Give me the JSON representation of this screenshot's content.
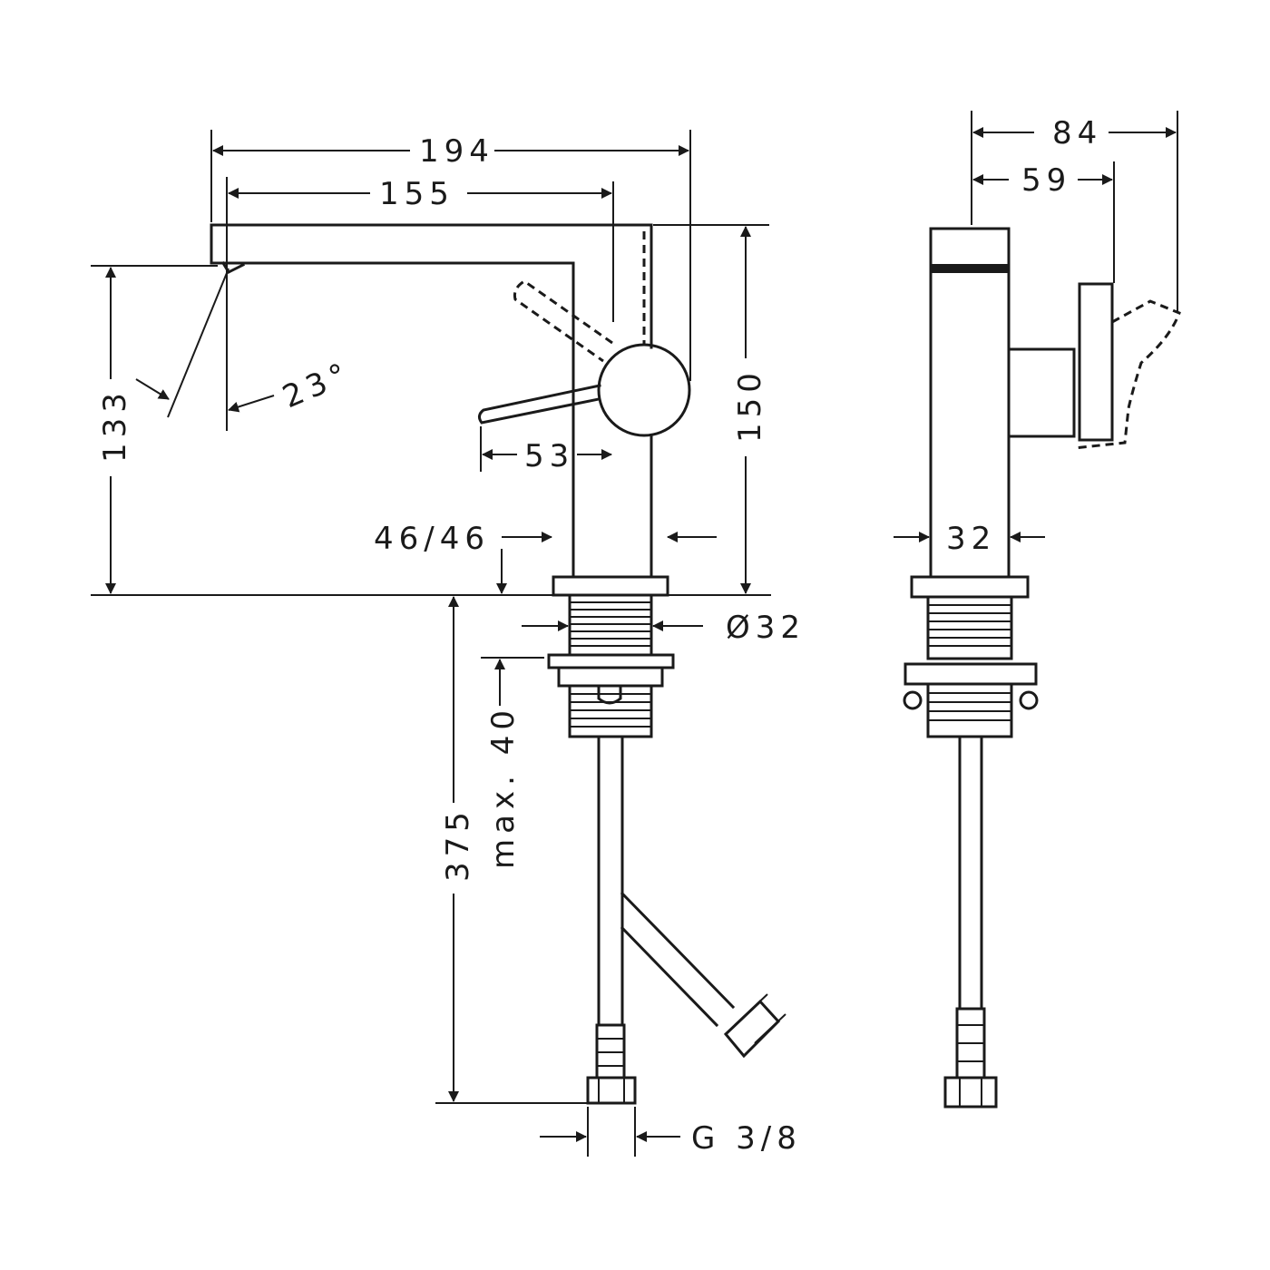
{
  "dimensions": {
    "total_width": "194",
    "spout_reach": "155",
    "spout_angle": "23°",
    "spout_height": "133",
    "total_height": "150",
    "lever_length": "53",
    "thickness": "46/46",
    "shank_diameter": "Ø32",
    "hose_length": "375",
    "max_countertop": "max. 40",
    "connection": "G 3/8",
    "side_depth": "84",
    "side_lever": "59",
    "side_width": "32"
  },
  "colors": {
    "line": "#1a1a1a",
    "background": "#ffffff"
  }
}
